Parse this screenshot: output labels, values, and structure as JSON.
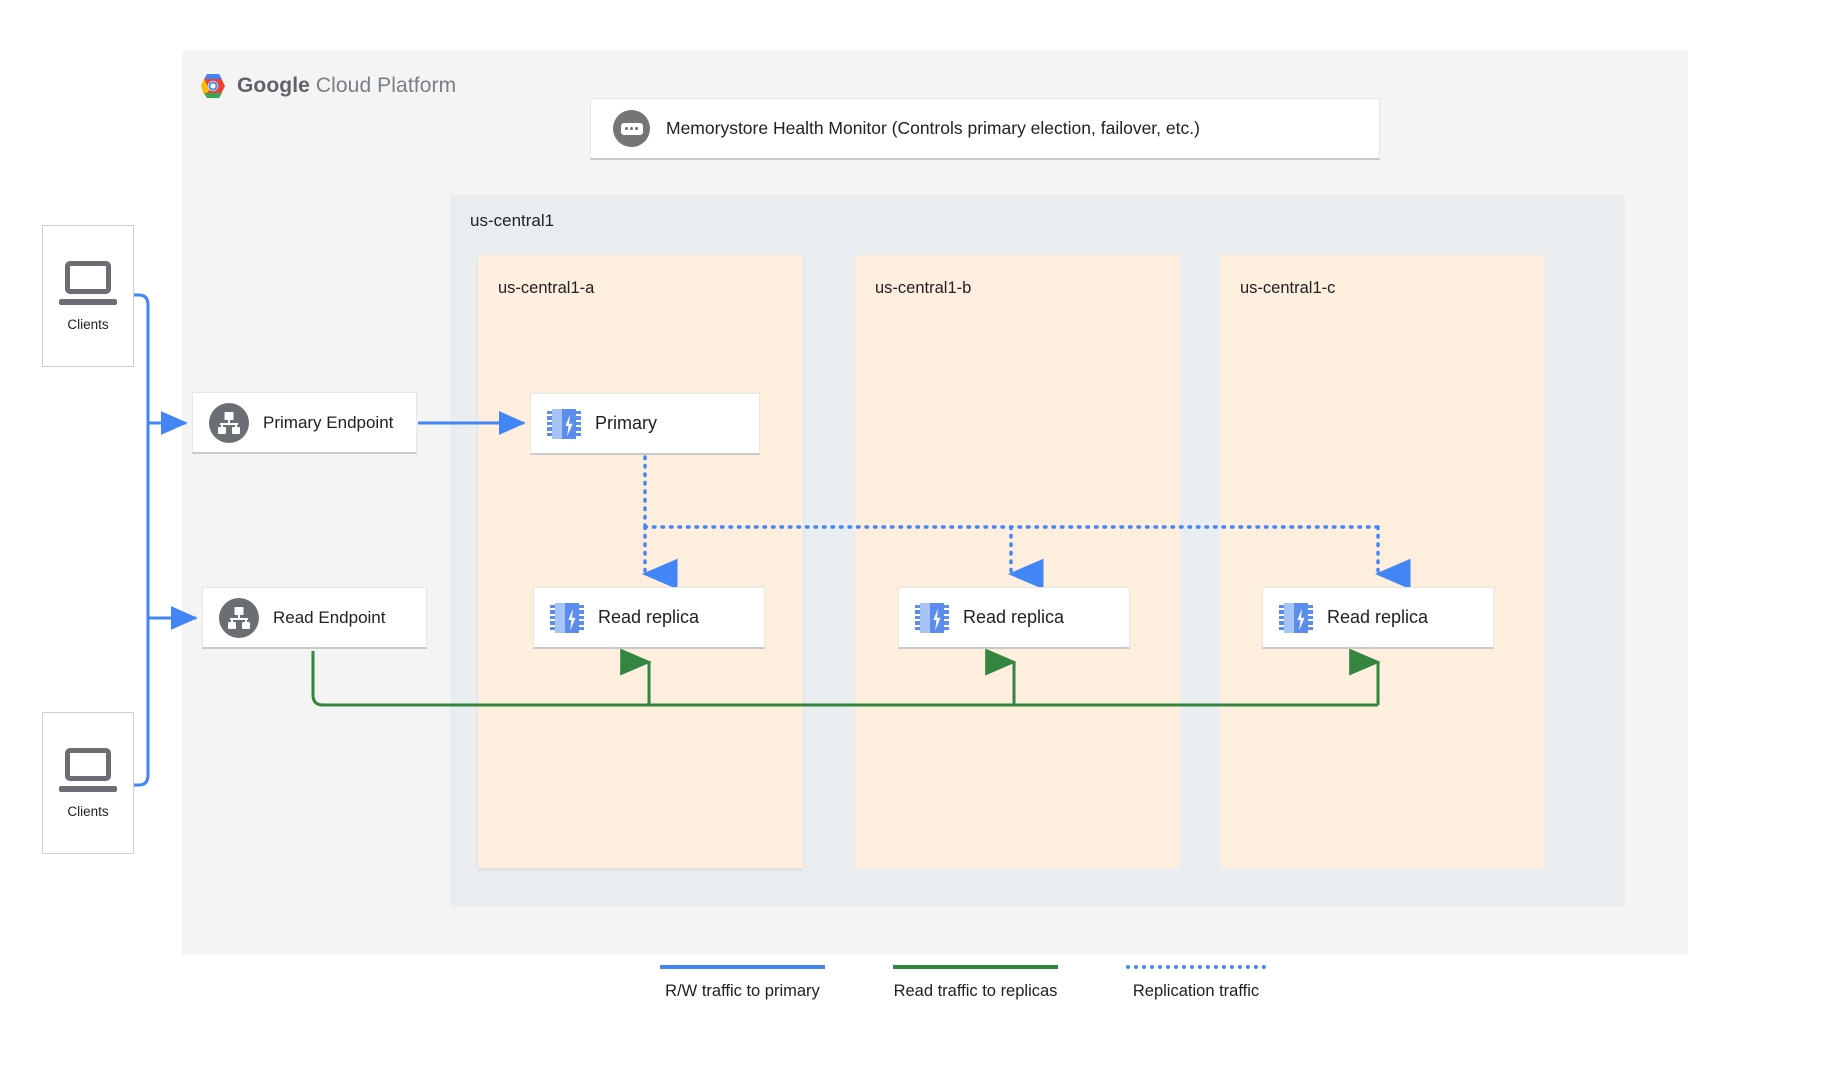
{
  "platform": {
    "brand_bold": "Google",
    "brand_light": " Cloud Platform",
    "logo_icon": "gcp-hexagon-logo"
  },
  "health_monitor": {
    "icon": "dots-badge-icon",
    "label": "Memorystore Health Monitor (Controls primary election, failover, etc.)"
  },
  "region": {
    "label": "us-central1",
    "zones": [
      {
        "label": "us-central1-a",
        "node": {
          "label": "Primary",
          "icon": "memorystore-chip-icon"
        },
        "replica": {
          "label": "Read replica",
          "icon": "memorystore-chip-icon"
        }
      },
      {
        "label": "us-central1-b",
        "replica": {
          "label": "Read replica",
          "icon": "memorystore-chip-icon"
        }
      },
      {
        "label": "us-central1-c",
        "replica": {
          "label": "Read replica",
          "icon": "memorystore-chip-icon"
        }
      }
    ]
  },
  "endpoints": [
    {
      "label": "Primary Endpoint",
      "icon": "hierarchy-icon"
    },
    {
      "label": "Read Endpoint",
      "icon": "hierarchy-icon"
    }
  ],
  "clients": [
    {
      "label": "Clients",
      "icon": "laptop-icon"
    },
    {
      "label": "Clients",
      "icon": "laptop-icon"
    }
  ],
  "legend": [
    {
      "label": "R/W traffic to primary",
      "style": "solid",
      "color": "#4285f4"
    },
    {
      "label": "Read traffic to replicas",
      "style": "solid",
      "color": "#34853f"
    },
    {
      "label": "Replication traffic",
      "style": "dotted",
      "color": "#4285f4"
    }
  ],
  "colors": {
    "page_background": "#ffffff",
    "card_background": "#f4f4f4",
    "region_background": "#e9edf0",
    "zone_background": "#fdeedd",
    "traffic_blue": "#4285f4",
    "traffic_green": "#34853f",
    "icon_grey": "#6b6f73"
  }
}
